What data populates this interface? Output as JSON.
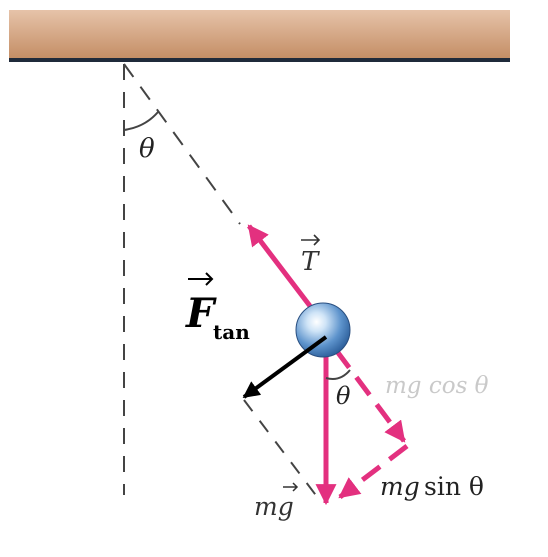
{
  "diagram": {
    "colors": {
      "ceiling_top": "#e3bfa5",
      "ceiling_bottom": "#c08a62",
      "ceiling_edge": "#1f2a3a",
      "dashed": "#444444",
      "arrow_pink": "#e3307f",
      "force_black": "#000000",
      "faint_label": "#c9c9c9"
    },
    "labels": {
      "theta_top": "θ",
      "tension_vector": "T",
      "force_symbol": "F",
      "force_subscript": "tan",
      "theta_bottom": "θ",
      "mg_cos": "mg cos θ",
      "mg_sin_var": "mg",
      "mg_sin_fn": "sin θ",
      "mg_total": "mg"
    },
    "icons": {
      "ceiling": "ceiling-block-icon",
      "bob": "pendulum-bob-icon"
    }
  }
}
